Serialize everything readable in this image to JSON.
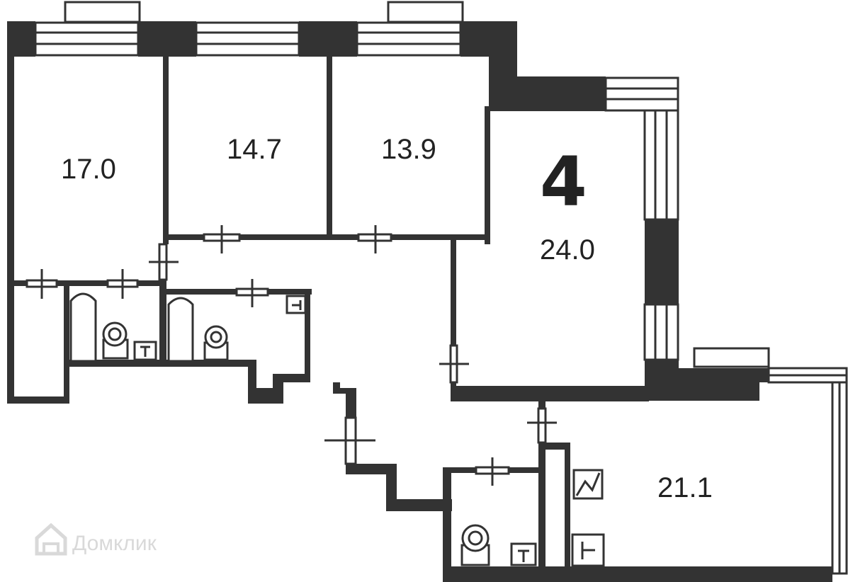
{
  "plan": {
    "apartment_number": "4",
    "rooms": [
      {
        "id": "room-1",
        "area": "17.0"
      },
      {
        "id": "room-2",
        "area": "14.7"
      },
      {
        "id": "room-3",
        "area": "13.9"
      },
      {
        "id": "room-4",
        "area": "24.0"
      },
      {
        "id": "room-5",
        "area": "21.1"
      }
    ],
    "colors": {
      "wall": "#333333",
      "background": "#ffffff",
      "watermark": "#d9d9d9"
    }
  },
  "watermark": {
    "text": "Домклик",
    "icon": "house-logo-icon"
  }
}
